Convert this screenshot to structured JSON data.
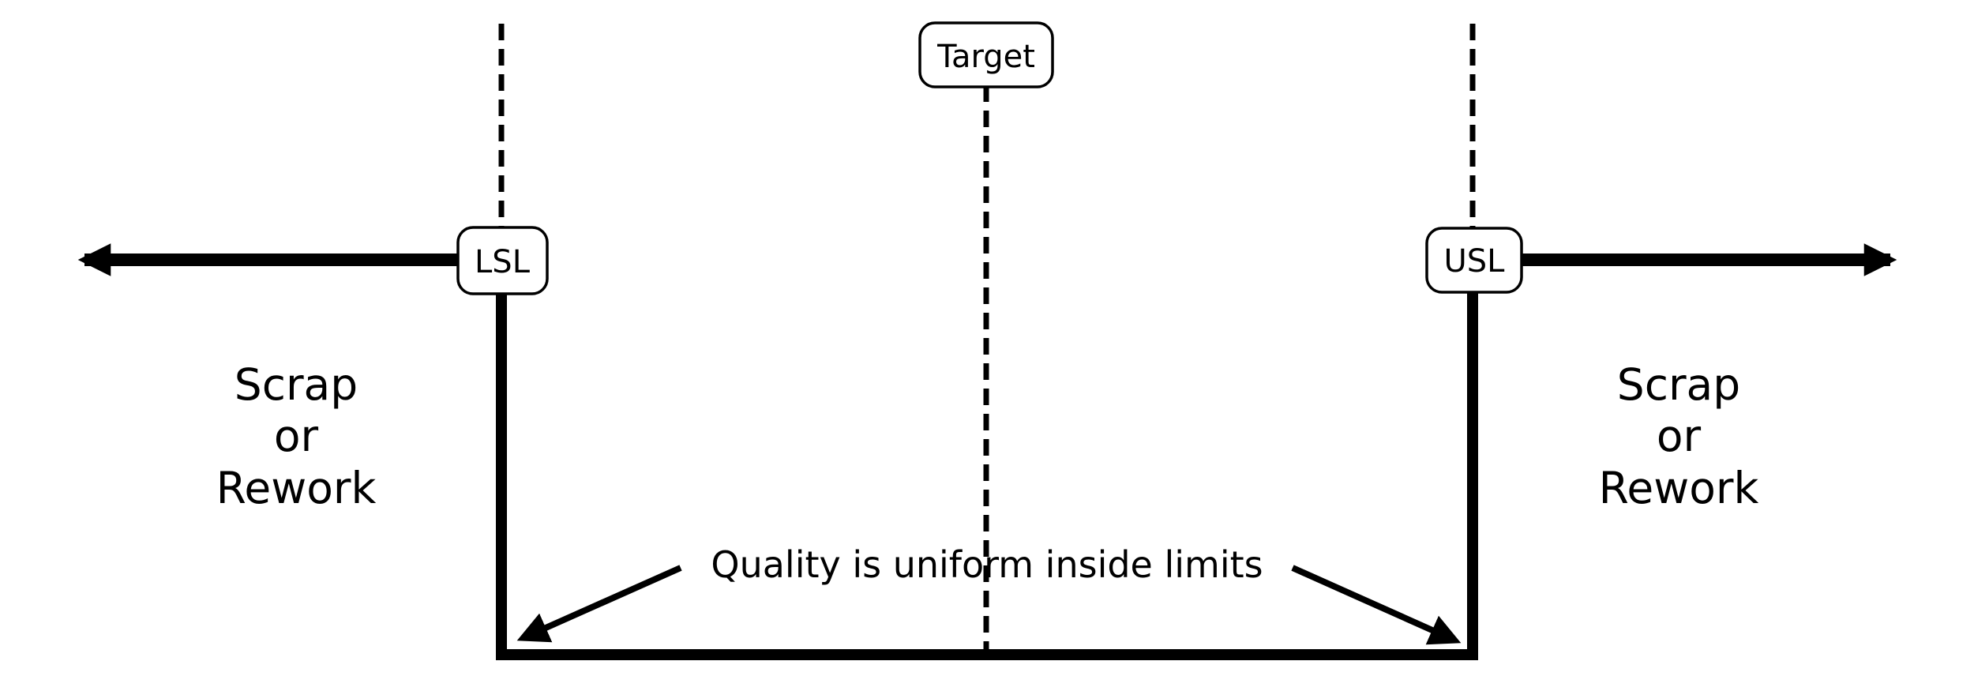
{
  "figure": {
    "background": "#ffffff",
    "line_color": "#000000",
    "labels": {
      "target": "Target",
      "lsl": "LSL",
      "usl": "USL"
    },
    "left_zone": {
      "lines": [
        "Scrap",
        "or",
        "Rework"
      ]
    },
    "right_zone": {
      "lines": [
        "Scrap",
        "or",
        "Rework"
      ]
    },
    "annotation": {
      "text": "Quality is uniform inside limits"
    }
  }
}
